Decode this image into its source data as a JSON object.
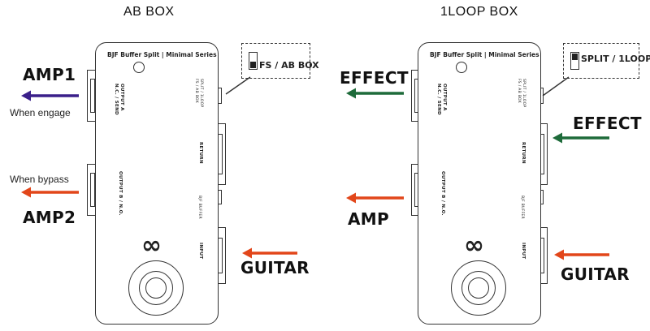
{
  "left_panel": {
    "title": "AB BOX",
    "pedal_brand": "BJF Buffer Split | Minimal Series",
    "label_output_a": "OUTPUT A",
    "label_nc_send": "N.C. / SEND",
    "label_output_b": "OUTPUT B / N.O.",
    "label_return": "RETURN",
    "label_split": "SPLIT / 1LOOP",
    "label_fs_ab": "FS / AB BOX",
    "label_bjf_buffer": "BJF BUFFER",
    "label_input": "INPUT",
    "logo": "∞",
    "switch_label": "FS / AB BOX",
    "amp1": "AMP1",
    "when_engage": "When engage",
    "when_bypass": "When bypass",
    "amp2": "AMP2",
    "guitar": "GUITAR",
    "arrow_amp1_color": "#3a1f8a",
    "arrow_amp2_color": "#e2461a",
    "arrow_guitar_color": "#e2461a"
  },
  "right_panel": {
    "title": "1LOOP BOX",
    "pedal_brand": "BJF Buffer Split | Minimal Series",
    "label_output_a": "OUTPUT A",
    "label_nc_send": "N.C. / SEND",
    "label_output_b": "OUTPUT B / N.O.",
    "label_return": "RETURN",
    "label_split": "SPLIT / 1LOOP",
    "label_fs_ab": "FS / AB BOX",
    "label_bjf_buffer": "BJF BUFFER",
    "label_input": "INPUT",
    "logo": "∞",
    "switch_label": "SPLIT / 1LOOP",
    "effect_send": "EFFECT",
    "effect_return": "EFFECT",
    "amp": "AMP",
    "guitar": "GUITAR",
    "arrow_effect_send_color": "#1e6b3a",
    "arrow_effect_return_color": "#1e6b3a",
    "arrow_amp_color": "#e2461a",
    "arrow_guitar_color": "#e2461a"
  }
}
